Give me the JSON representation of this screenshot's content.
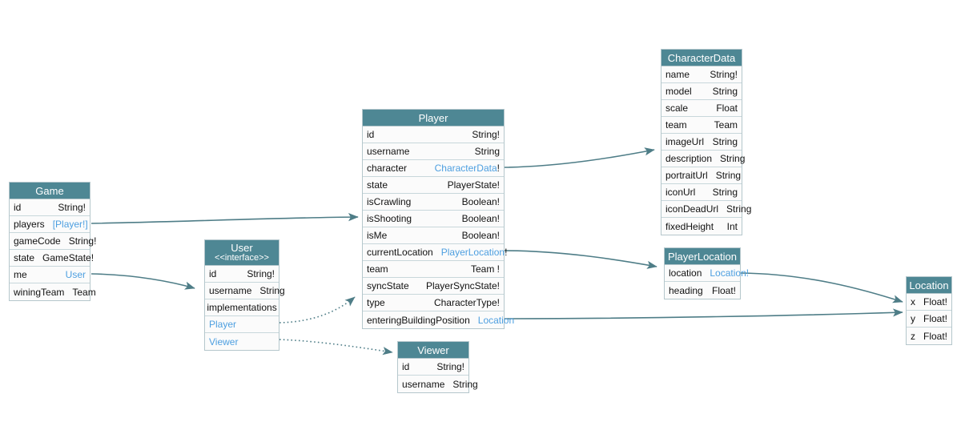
{
  "diagram": {
    "title": "GraphQL Schema Diagram",
    "colors": {
      "header_bg": "#4e8794",
      "header_text": "#ffffff",
      "row_bg": "#fbfbfb",
      "border": "#b5c7cc",
      "link_text": "#4d9fe0",
      "edge": "#4e7d87",
      "canvas": "#ffffff"
    }
  },
  "entities": {
    "game": {
      "name": "Game",
      "fields": [
        {
          "name": "id",
          "type": "String!",
          "link": false
        },
        {
          "name": "players",
          "type": "[Player!]",
          "link": true
        },
        {
          "name": "gameCode",
          "type": "String!",
          "link": false
        },
        {
          "name": "state",
          "type": "GameState!",
          "link": false
        },
        {
          "name": "me",
          "type": "User",
          "link": true
        },
        {
          "name": "winingTeam",
          "type": "Team",
          "link": false
        }
      ]
    },
    "user": {
      "name": "User",
      "stereotype": "<<interface>>",
      "fields": [
        {
          "name": "id",
          "type": "String!",
          "link": false
        },
        {
          "name": "username",
          "type": "String",
          "link": false
        }
      ],
      "section_label": "implementations",
      "implementations": [
        {
          "name": "Player"
        },
        {
          "name": "Viewer"
        }
      ]
    },
    "player": {
      "name": "Player",
      "fields": [
        {
          "name": "id",
          "type": "String!",
          "link": false
        },
        {
          "name": "username",
          "type": "String",
          "link": false
        },
        {
          "name": "character",
          "type": "CharacterData",
          "suffix": "!",
          "link": true
        },
        {
          "name": "state",
          "type": "PlayerState!",
          "link": false
        },
        {
          "name": "isCrawling",
          "type": "Boolean!",
          "link": false
        },
        {
          "name": "isShooting",
          "type": "Boolean!",
          "link": false
        },
        {
          "name": "isMe",
          "type": "Boolean!",
          "link": false
        },
        {
          "name": "currentLocation",
          "type": "PlayerLocation",
          "suffix": "!",
          "link": true
        },
        {
          "name": "team",
          "type": "Team !",
          "link": false
        },
        {
          "name": "syncState",
          "type": "PlayerSyncState!",
          "link": false
        },
        {
          "name": "type",
          "type": "CharacterType!",
          "link": false
        },
        {
          "name": "enteringBuildingPosition",
          "type": "Location",
          "link": true
        }
      ]
    },
    "character_data": {
      "name": "CharacterData",
      "fields": [
        {
          "name": "name",
          "type": "String!",
          "link": false
        },
        {
          "name": "model",
          "type": "String",
          "link": false
        },
        {
          "name": "scale",
          "type": "Float",
          "link": false
        },
        {
          "name": "team",
          "type": "Team",
          "link": false
        },
        {
          "name": "imageUrl",
          "type": "String",
          "link": false
        },
        {
          "name": "description",
          "type": "String",
          "link": false
        },
        {
          "name": "portraitUrl",
          "type": "String",
          "link": false
        },
        {
          "name": "iconUrl",
          "type": "String",
          "link": false
        },
        {
          "name": "iconDeadUrl",
          "type": "String",
          "link": false
        },
        {
          "name": "fixedHeight",
          "type": "Int",
          "link": false
        }
      ]
    },
    "player_location": {
      "name": "PlayerLocation",
      "fields": [
        {
          "name": "location",
          "type": "Location!",
          "link": true
        },
        {
          "name": "heading",
          "type": "Float!",
          "link": false
        }
      ]
    },
    "location": {
      "name": "Location",
      "fields": [
        {
          "name": "x",
          "type": "Float!",
          "link": false
        },
        {
          "name": "y",
          "type": "Float!",
          "link": false
        },
        {
          "name": "z",
          "type": "Float!",
          "link": false
        }
      ]
    },
    "viewer": {
      "name": "Viewer",
      "fields": [
        {
          "name": "id",
          "type": "String!",
          "link": false
        },
        {
          "name": "username",
          "type": "String",
          "link": false
        }
      ]
    }
  },
  "edges": [
    {
      "from": "game.players",
      "to": "player",
      "style": "solid"
    },
    {
      "from": "game.me",
      "to": "user",
      "style": "solid"
    },
    {
      "from": "user.Player",
      "to": "player",
      "style": "dotted"
    },
    {
      "from": "user.Viewer",
      "to": "viewer",
      "style": "dotted"
    },
    {
      "from": "player.character",
      "to": "character_data",
      "style": "solid"
    },
    {
      "from": "player.currentLocation",
      "to": "player_location",
      "style": "solid"
    },
    {
      "from": "player.enteringBuildingPosition",
      "to": "location",
      "style": "solid"
    },
    {
      "from": "player_location.location",
      "to": "location",
      "style": "solid"
    }
  ]
}
